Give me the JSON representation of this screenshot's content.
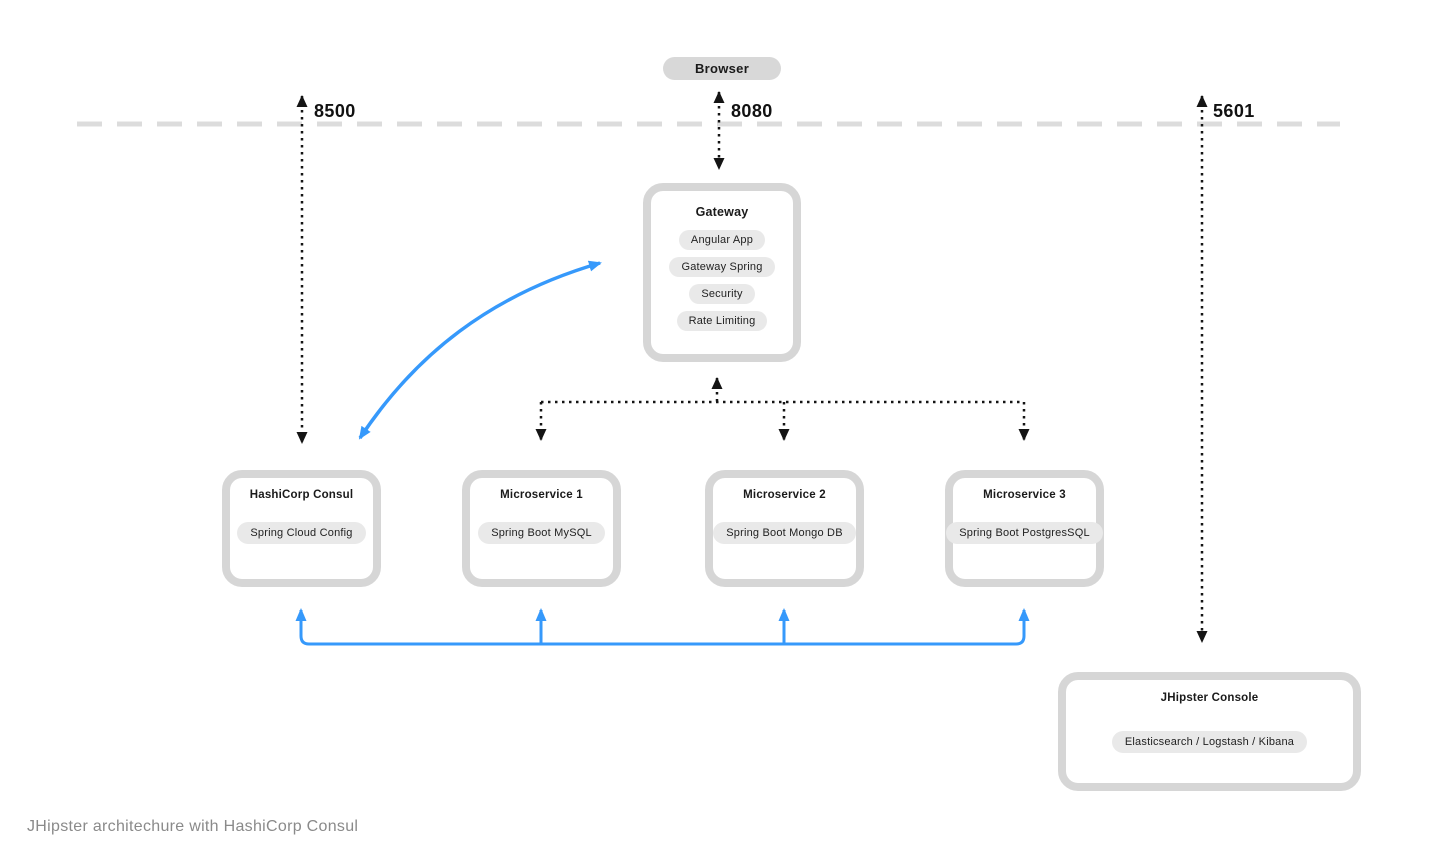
{
  "diagram": {
    "caption": "JHipster architechure with HashiCorp Consul",
    "browser": {
      "label": "Browser"
    },
    "ports": [
      {
        "name": "consul-port",
        "label": "8500"
      },
      {
        "name": "gateway-port",
        "label": "8080"
      },
      {
        "name": "console-port",
        "label": "5601"
      }
    ],
    "nodes": {
      "gateway": {
        "title": "Gateway",
        "items": [
          "Angular App",
          "Gateway Spring",
          "Security",
          "Rate Limiting"
        ]
      },
      "consul": {
        "title": "HashiCorp Consul",
        "items": [
          "Spring Cloud Config"
        ]
      },
      "ms1": {
        "title": "Microservice 1",
        "items": [
          "Spring Boot MySQL"
        ]
      },
      "ms2": {
        "title": "Microservice 2",
        "items": [
          "Spring Boot Mongo DB"
        ]
      },
      "ms3": {
        "title": "Microservice 3",
        "items": [
          "Spring Boot PostgresSQL"
        ]
      },
      "console": {
        "title": "JHipster Console",
        "items": [
          "Elasticsearch / Logstash / Kibana"
        ]
      }
    },
    "colors": {
      "accent_blue": "#3699fb",
      "node_border_gray": "#d6d6d6",
      "pill_gray": "#e9e9e9",
      "browser_pill_gray": "#d8d8d8",
      "dashed_line_gray": "#dcdcdc",
      "arrow_black": "#141414",
      "caption_gray": "#8a8a8a"
    }
  }
}
